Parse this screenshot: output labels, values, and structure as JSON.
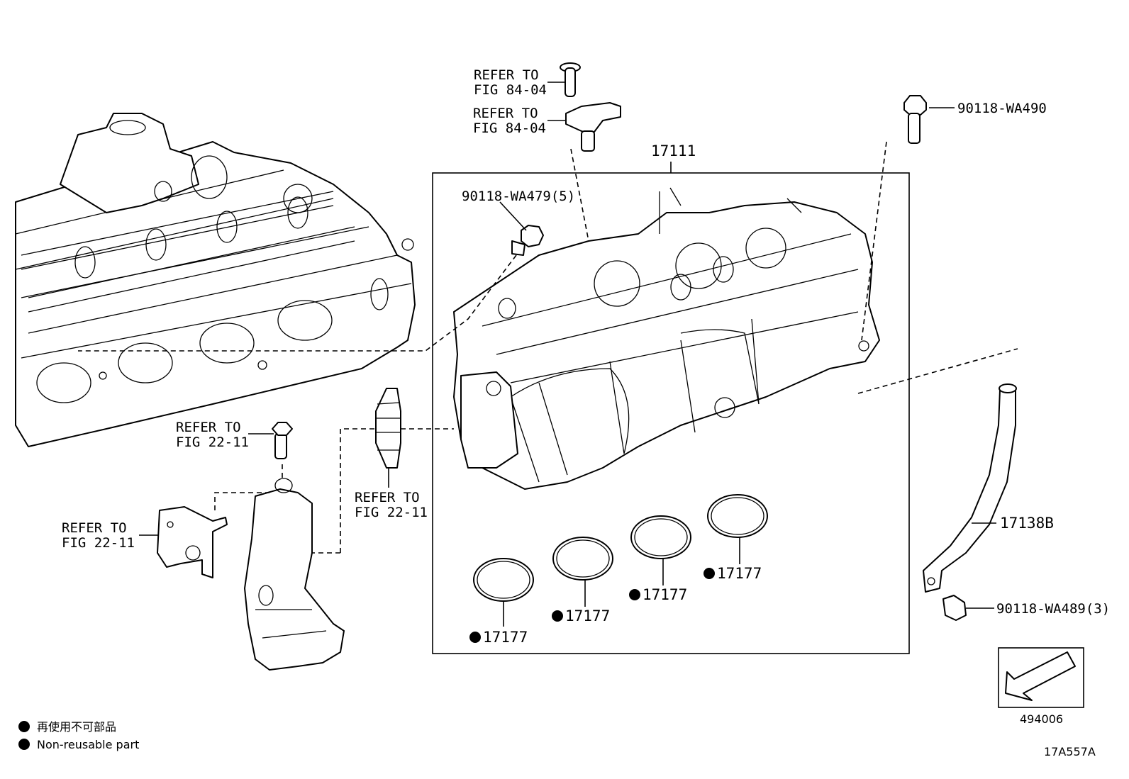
{
  "labels": {
    "refer_to": "REFER TO",
    "fig_84_04": "FIG 84-04",
    "fig_22_11": "FIG 22-11",
    "part_17111": "17111",
    "part_90118_wa490": "90118-WA490",
    "part_90118_wa479": "90118-WA479(5)",
    "part_17138b": "17138B",
    "part_90118_wa489": "90118-WA489(3)",
    "part_17177": "17177"
  },
  "legend": {
    "jp": "再使用不可部品",
    "en": "Non-reusable part"
  },
  "direction_box_code": "494006",
  "diagram_code": "17A557A",
  "colors": {
    "ink": "#000000",
    "paper": "#ffffff"
  }
}
